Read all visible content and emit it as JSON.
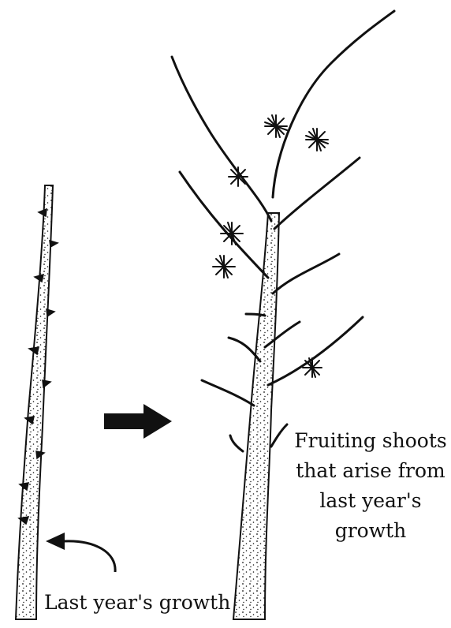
{
  "labels": {
    "fruiting_line1": "Fruiting shoots",
    "fruiting_line2": "that arise from",
    "fruiting_line3": "last year's",
    "fruiting_line4": "growth",
    "last_year": "Last year's growth"
  },
  "colors": {
    "ink": "#111111",
    "background": "#ffffff"
  },
  "icons": {
    "arrow": "right-arrow-icon",
    "curved_arrow": "curved-arrow-icon"
  }
}
